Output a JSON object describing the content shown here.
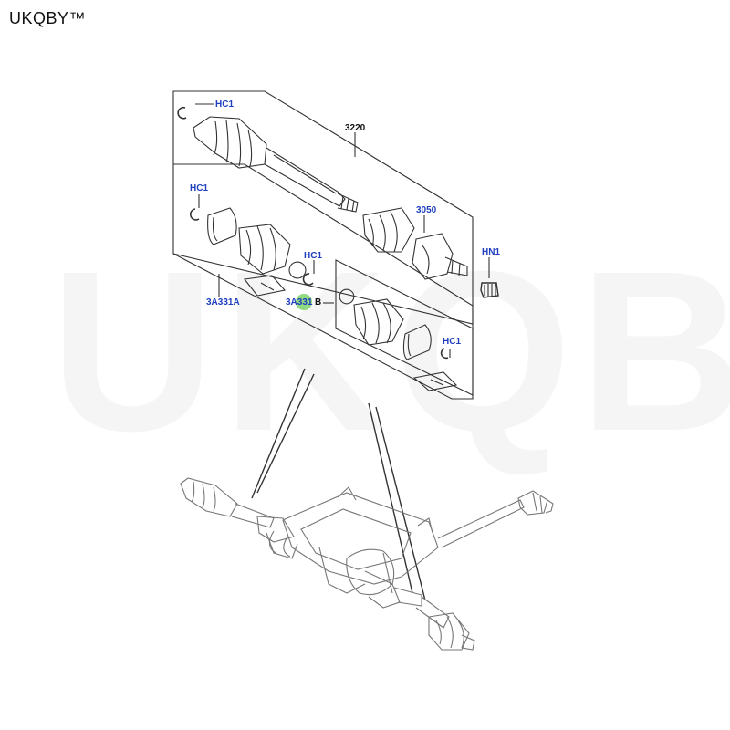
{
  "brand": "UKQBY™",
  "watermark": "UKQBY™",
  "callouts": {
    "hc1_top": "HC1",
    "part_3220": "3220",
    "hc1_left": "HC1",
    "part_3050": "3050",
    "hn1": "HN1",
    "hc1_mid": "HC1",
    "kit_3a331a": "3A331A",
    "kit_3a331b_prefix": "3A331",
    "kit_3a331b_suffix": "B",
    "hc1_right": "HC1"
  },
  "colors": {
    "callout_blue": "#1f3fbf",
    "hotspot_green": "#7ed36b",
    "line": "#333333"
  }
}
